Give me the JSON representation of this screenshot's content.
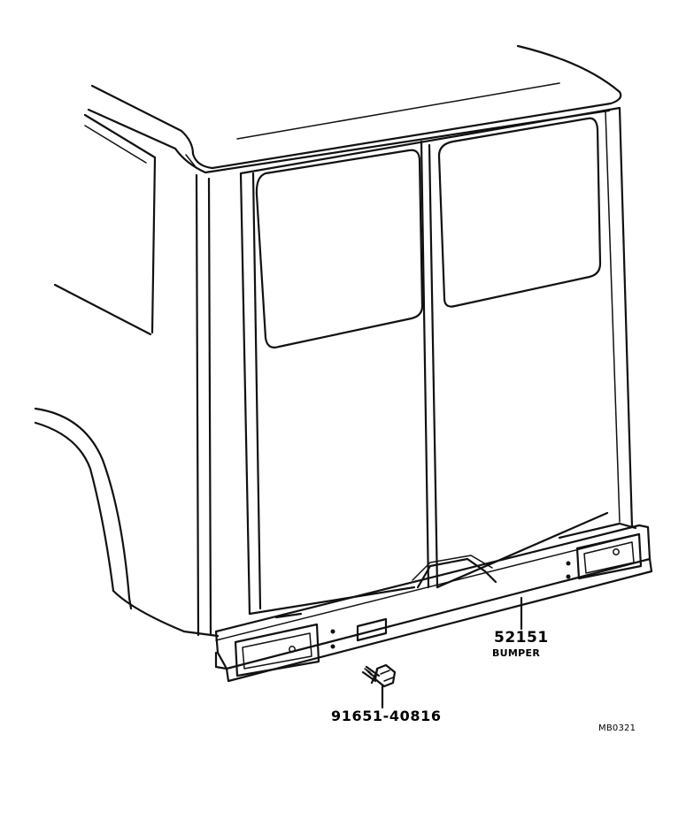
{
  "callouts": {
    "bumper": {
      "part_number": "52151",
      "part_name": "BUMPER"
    },
    "bolt": {
      "part_number": "91651-40816"
    }
  },
  "reference_code": "MB0321"
}
